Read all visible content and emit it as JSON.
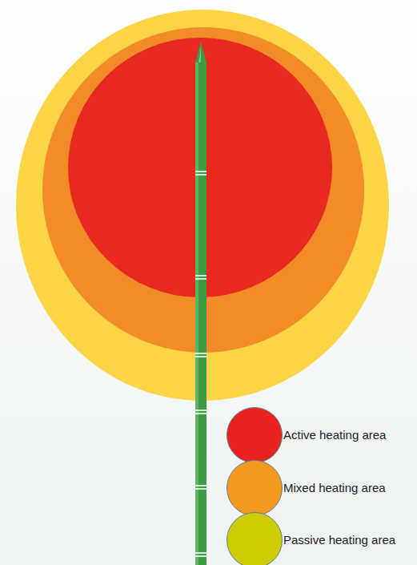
{
  "diagram": {
    "legend": [
      {
        "text": "Active heating area",
        "color": "#e8231f"
      },
      {
        "text": "Mixed heating area",
        "color": "#f39a1e"
      },
      {
        "text": "Passive heating area",
        "color": "#cccc00"
      }
    ]
  }
}
